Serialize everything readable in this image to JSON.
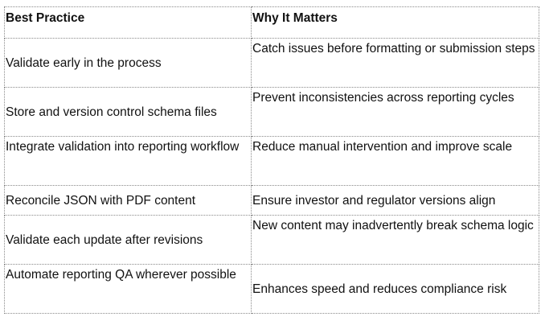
{
  "table": {
    "headers": [
      "Best Practice",
      "Why It Matters"
    ],
    "rows": [
      [
        "Validate early in the process",
        "Catch issues before formatting or submission steps"
      ],
      [
        "Store and version control schema files",
        "Prevent inconsistencies across reporting cycles"
      ],
      [
        "Integrate validation into reporting workflow",
        "Reduce manual intervention and improve scale"
      ],
      [
        "Reconcile JSON with PDF content",
        "Ensure investor and regulator versions align"
      ],
      [
        "Validate each update after revisions",
        "New content may inadvertently break schema logic"
      ],
      [
        "Automate reporting QA wherever possible",
        "Enhances speed and reduces compliance risk"
      ]
    ]
  }
}
